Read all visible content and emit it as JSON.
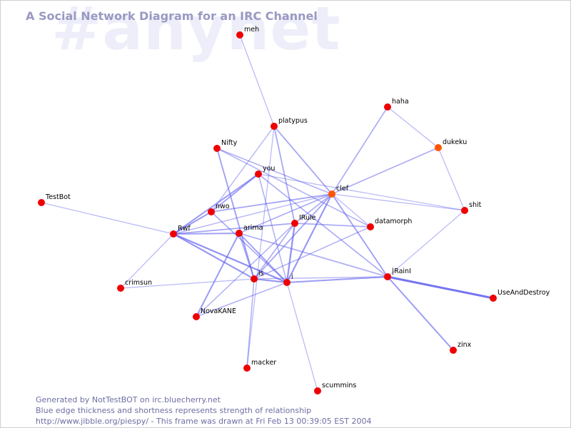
{
  "watermark": "#anynet",
  "title": "A Social Network Diagram for an IRC Channel",
  "footer": {
    "line1": "Generated by NotTestBOT on irc.bluecherry.net",
    "line2": "Blue edge thickness and shortness represents strength of relationship",
    "line3": "http://www.jibble.org/piespy/ - This frame was drawn at Fri Feb 13 00:39:05 EST 2004"
  },
  "colors": {
    "node": "#ee0000",
    "node_active": "#ff5500",
    "edge": "#5a5aee",
    "title": "#9999c2",
    "watermark": "#eeeefa",
    "footer": "#6e6ea4"
  },
  "nodes": [
    {
      "id": "meh",
      "label": "meh"
    },
    {
      "id": "haha",
      "label": "haha"
    },
    {
      "id": "platypus",
      "label": "platypus"
    },
    {
      "id": "dukeku",
      "label": "dukeku"
    },
    {
      "id": "Nifty",
      "label": "Nifty"
    },
    {
      "id": "you",
      "label": "you"
    },
    {
      "id": "clef",
      "label": "clef"
    },
    {
      "id": "TestBot",
      "label": "TestBot"
    },
    {
      "id": "shit",
      "label": "shit"
    },
    {
      "id": "nwo",
      "label": "nwo"
    },
    {
      "id": "IRule",
      "label": "IRule"
    },
    {
      "id": "Rwf",
      "label": "Rwf"
    },
    {
      "id": "arima",
      "label": "arima"
    },
    {
      "id": "datamorph",
      "label": "datamorph"
    },
    {
      "id": "IRainI",
      "label": "|RainI"
    },
    {
      "id": "is",
      "label": "is"
    },
    {
      "id": "i",
      "label": "i"
    },
    {
      "id": "crimsun",
      "label": "crimsun"
    },
    {
      "id": "UseAndDestroy",
      "label": "UseAndDestroy"
    },
    {
      "id": "NovaKANE",
      "label": "NovaKANE"
    },
    {
      "id": "zinx",
      "label": "zinx"
    },
    {
      "id": "macker",
      "label": "macker"
    },
    {
      "id": "scummins",
      "label": "scummins"
    }
  ],
  "edges": [
    {
      "source": "meh",
      "target": "platypus",
      "strength": 0.2
    },
    {
      "source": "platypus",
      "target": "clef",
      "strength": 0.4
    },
    {
      "source": "platypus",
      "target": "IRule",
      "strength": 0.4
    },
    {
      "source": "platypus",
      "target": "nwo",
      "strength": 0.25
    },
    {
      "source": "platypus",
      "target": "macker",
      "strength": 0.2
    },
    {
      "source": "haha",
      "target": "clef",
      "strength": 0.35
    },
    {
      "source": "haha",
      "target": "dukeku",
      "strength": 0.2
    },
    {
      "source": "dukeku",
      "target": "clef",
      "strength": 0.35
    },
    {
      "source": "dukeku",
      "target": "shit",
      "strength": 0.2
    },
    {
      "source": "shit",
      "target": "clef",
      "strength": 0.2
    },
    {
      "source": "shit",
      "target": "IRainI",
      "strength": 0.2
    },
    {
      "source": "Nifty",
      "target": "clef",
      "strength": 0.3
    },
    {
      "source": "Nifty",
      "target": "is",
      "strength": 0.45
    },
    {
      "source": "Nifty",
      "target": "datamorph",
      "strength": 0.3
    },
    {
      "source": "you",
      "target": "nwo",
      "strength": 0.45
    },
    {
      "source": "you",
      "target": "Rwf",
      "strength": 0.5
    },
    {
      "source": "you",
      "target": "IRainI",
      "strength": 0.35
    },
    {
      "source": "you",
      "target": "i",
      "strength": 0.3
    },
    {
      "source": "you",
      "target": "shit",
      "strength": 0.2
    },
    {
      "source": "clef",
      "target": "nwo",
      "strength": 0.4
    },
    {
      "source": "clef",
      "target": "IRule",
      "strength": 0.35
    },
    {
      "source": "clef",
      "target": "arima",
      "strength": 0.35
    },
    {
      "source": "clef",
      "target": "i",
      "strength": 0.55
    },
    {
      "source": "clef",
      "target": "is",
      "strength": 0.4
    },
    {
      "source": "clef",
      "target": "IRainI",
      "strength": 0.45
    },
    {
      "source": "clef",
      "target": "datamorph",
      "strength": 0.2
    },
    {
      "source": "clef",
      "target": "Rwf",
      "strength": 0.25
    },
    {
      "source": "TestBot",
      "target": "Rwf",
      "strength": 0.2
    },
    {
      "source": "nwo",
      "target": "Rwf",
      "strength": 0.5
    },
    {
      "source": "nwo",
      "target": "i",
      "strength": 0.35
    },
    {
      "source": "Rwf",
      "target": "arima",
      "strength": 0.45
    },
    {
      "source": "Rwf",
      "target": "IRule",
      "strength": 0.4
    },
    {
      "source": "Rwf",
      "target": "is",
      "strength": 0.55
    },
    {
      "source": "Rwf",
      "target": "i",
      "strength": 0.6
    },
    {
      "source": "Rwf",
      "target": "crimsun",
      "strength": 0.2
    },
    {
      "source": "arima",
      "target": "i",
      "strength": 0.45
    },
    {
      "source": "arima",
      "target": "is",
      "strength": 0.4
    },
    {
      "source": "arima",
      "target": "NovaKANE",
      "strength": 0.5
    },
    {
      "source": "arima",
      "target": "IRainI",
      "strength": 0.35
    },
    {
      "source": "IRule",
      "target": "i",
      "strength": 0.6
    },
    {
      "source": "IRule",
      "target": "datamorph",
      "strength": 0.35
    },
    {
      "source": "IRule",
      "target": "is",
      "strength": 0.35
    },
    {
      "source": "IRule",
      "target": "NovaKANE",
      "strength": 0.3
    },
    {
      "source": "datamorph",
      "target": "is",
      "strength": 0.3
    },
    {
      "source": "i",
      "target": "is",
      "strength": 0.55
    },
    {
      "source": "i",
      "target": "IRainI",
      "strength": 0.5
    },
    {
      "source": "i",
      "target": "NovaKANE",
      "strength": 0.3
    },
    {
      "source": "i",
      "target": "scummins",
      "strength": 0.2
    },
    {
      "source": "is",
      "target": "crimsun",
      "strength": 0.2
    },
    {
      "source": "is",
      "target": "macker",
      "strength": 0.3
    },
    {
      "source": "is",
      "target": "IRainI",
      "strength": 0.25
    },
    {
      "source": "IRainI",
      "target": "UseAndDestroy",
      "strength": 0.9
    },
    {
      "source": "IRainI",
      "target": "zinx",
      "strength": 0.5
    }
  ]
}
